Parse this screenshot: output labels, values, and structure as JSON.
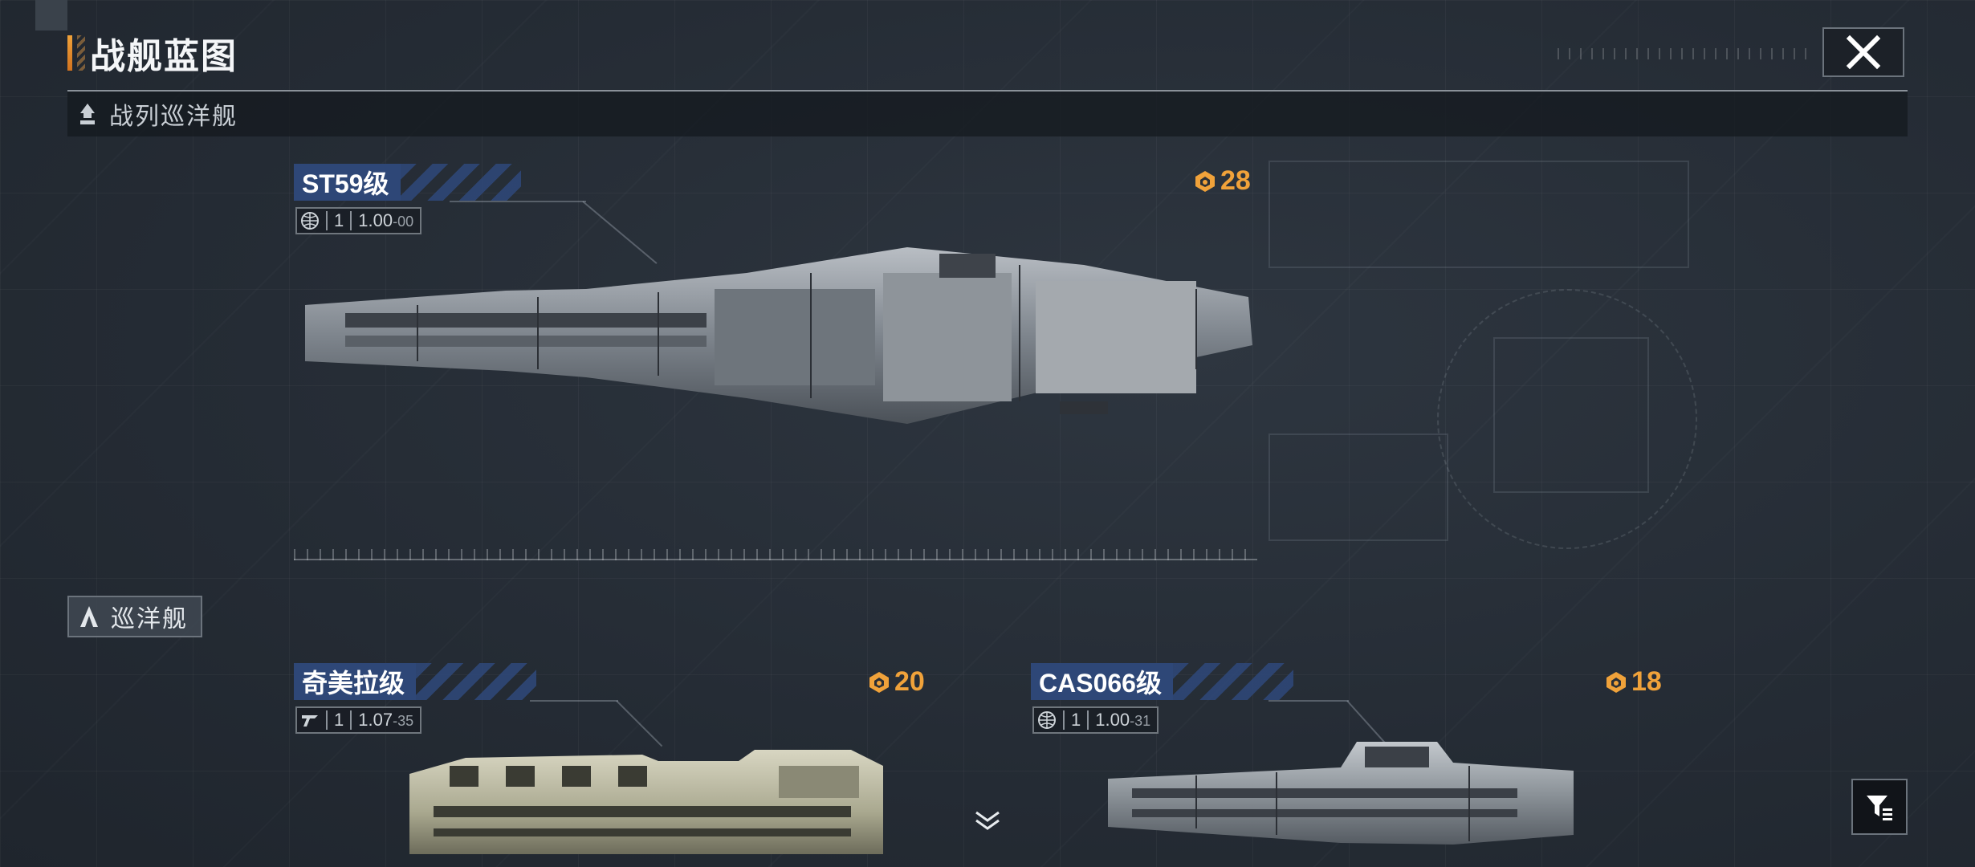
{
  "page": {
    "title": "战舰蓝图"
  },
  "categories": [
    {
      "label": "战列巡洋舰"
    },
    {
      "label": "巡洋舰"
    }
  ],
  "ships": [
    {
      "name": "ST59级",
      "level": "1",
      "stat_main": "1.00",
      "stat_sub": "-00",
      "cost": "28",
      "stat_icon": "globe-icon"
    },
    {
      "name": "奇美拉级",
      "level": "1",
      "stat_main": "1.07",
      "stat_sub": "-35",
      "cost": "20",
      "stat_icon": "faction-emblem-icon"
    },
    {
      "name": "CAS066级",
      "level": "1",
      "stat_main": "1.00",
      "stat_sub": "-31",
      "cost": "18",
      "stat_icon": "globe-icon"
    }
  ],
  "colors": {
    "accent": "#f0a23a",
    "name_bar": "#2e4777",
    "background": "#252c35"
  }
}
